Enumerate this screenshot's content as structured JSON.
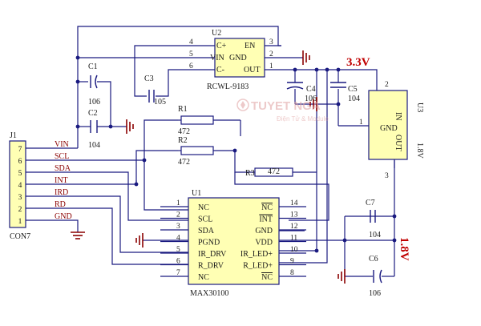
{
  "u2": {
    "ref": "U2",
    "part": "RCWL-9183",
    "pins_left": [
      {
        "num": "4",
        "name": "C+"
      },
      {
        "num": "5",
        "name": "VIN"
      },
      {
        "num": "6",
        "name": "C-"
      }
    ],
    "pins_right": [
      {
        "num": "3",
        "name": "EN"
      },
      {
        "num": "2",
        "name": "GND"
      },
      {
        "num": "1",
        "name": "OUT"
      }
    ]
  },
  "u1": {
    "ref": "U1",
    "part": "MAX30100",
    "pins_left": [
      {
        "num": "1",
        "name": "NC"
      },
      {
        "num": "2",
        "name": "SCL"
      },
      {
        "num": "3",
        "name": "SDA"
      },
      {
        "num": "4",
        "name": "PGND"
      },
      {
        "num": "5",
        "name": "IR_DRV"
      },
      {
        "num": "6",
        "name": "R_DRV"
      },
      {
        "num": "7",
        "name": "NC"
      }
    ],
    "pins_right": [
      {
        "num": "14",
        "name": "NC"
      },
      {
        "num": "13",
        "name": "INT"
      },
      {
        "num": "12",
        "name": "GND"
      },
      {
        "num": "11",
        "name": "VDD"
      },
      {
        "num": "10",
        "name": "IR_LED+"
      },
      {
        "num": "9",
        "name": "R_LED+"
      },
      {
        "num": "8",
        "name": "NC"
      }
    ]
  },
  "u3": {
    "ref": "U3",
    "pin_in": "IN",
    "pin_gnd": "GND",
    "pin_out": "OUT",
    "pin_in_num": "2",
    "pin_gnd_num": "1",
    "pin_out_num": "3",
    "voltage_label": "1.8V"
  },
  "j1": {
    "ref": "J1",
    "part": "CON7",
    "pins": [
      {
        "num": "7",
        "net": "VIN"
      },
      {
        "num": "6",
        "net": "SCL"
      },
      {
        "num": "5",
        "net": "SDA"
      },
      {
        "num": "4",
        "net": "INT"
      },
      {
        "num": "3",
        "net": "IRD"
      },
      {
        "num": "2",
        "net": "RD"
      },
      {
        "num": "1",
        "net": "GND"
      }
    ]
  },
  "caps": {
    "c1": {
      "ref": "C1",
      "value": "106"
    },
    "c2": {
      "ref": "C2",
      "value": "104"
    },
    "c3": {
      "ref": "C3",
      "value": "105"
    },
    "c4": {
      "ref": "C4",
      "value": "106"
    },
    "c5": {
      "ref": "C5",
      "value": "104"
    },
    "c6": {
      "ref": "C6",
      "value": "106"
    },
    "c7": {
      "ref": "C7",
      "value": "104"
    }
  },
  "resistors": {
    "r1": {
      "ref": "R1",
      "value": "472"
    },
    "r2": {
      "ref": "R2",
      "value": "472"
    },
    "r3": {
      "ref": "R3",
      "value": "472"
    }
  },
  "rails": {
    "v33": "3.3V",
    "v18": "1.8V"
  },
  "watermark": {
    "name": "TUYET NGA",
    "tagline": "Điện Tử & Module"
  },
  "colors": {
    "wire": "#1a1a80",
    "body_fill": "#ffffb4",
    "ground": "#8b0000",
    "rail_label": "#c00000",
    "watermark": "#e0a0a0"
  }
}
